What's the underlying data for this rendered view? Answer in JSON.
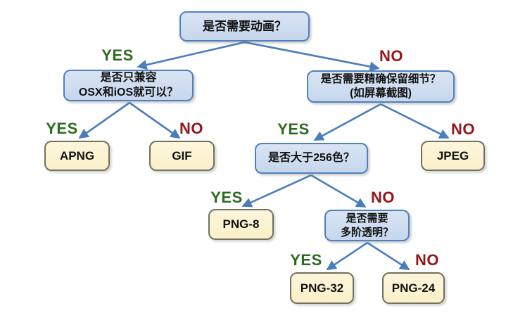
{
  "diagram": {
    "description": "Decision tree for choosing an image file format",
    "colors": {
      "question_fill": "#c6d7ed",
      "question_border": "#4f81bd",
      "result_fill": "#faf0c8",
      "result_border": "#71715f",
      "arrow": "#4a7ebb",
      "yes_label": "#2c6b20",
      "no_label": "#951616"
    },
    "labels": {
      "yes": "YES",
      "no": "NO"
    },
    "nodes": {
      "q_animation": {
        "line1": "是否需要动画？"
      },
      "q_osx_ios": {
        "line1": "是否只兼容",
        "line2": "OSX和iOS就可以？"
      },
      "q_detail": {
        "line1": "是否需要精确保留细节？",
        "line2": "(如屏幕截图)"
      },
      "q_256": {
        "line1": "是否大于256色？"
      },
      "q_alpha": {
        "line1": "是否需要",
        "line2": "多阶透明？"
      },
      "r_apng": {
        "label": "APNG"
      },
      "r_gif": {
        "label": "GIF"
      },
      "r_jpeg": {
        "label": "JPEG"
      },
      "r_png8": {
        "label": "PNG-8"
      },
      "r_png32": {
        "label": "PNG-32"
      },
      "r_png24": {
        "label": "PNG-24"
      }
    },
    "edges": [
      {
        "from": "q_animation",
        "to": "q_osx_ios",
        "answer": "YES"
      },
      {
        "from": "q_animation",
        "to": "q_detail",
        "answer": "NO"
      },
      {
        "from": "q_osx_ios",
        "to": "r_apng",
        "answer": "YES"
      },
      {
        "from": "q_osx_ios",
        "to": "r_gif",
        "answer": "NO"
      },
      {
        "from": "q_detail",
        "to": "q_256",
        "answer": "YES"
      },
      {
        "from": "q_detail",
        "to": "r_jpeg",
        "answer": "NO"
      },
      {
        "from": "q_256",
        "to": "r_png8",
        "answer": "YES"
      },
      {
        "from": "q_256",
        "to": "q_alpha",
        "answer": "NO"
      },
      {
        "from": "q_alpha",
        "to": "r_png32",
        "answer": "YES"
      },
      {
        "from": "q_alpha",
        "to": "r_png24",
        "answer": "NO"
      }
    ]
  }
}
